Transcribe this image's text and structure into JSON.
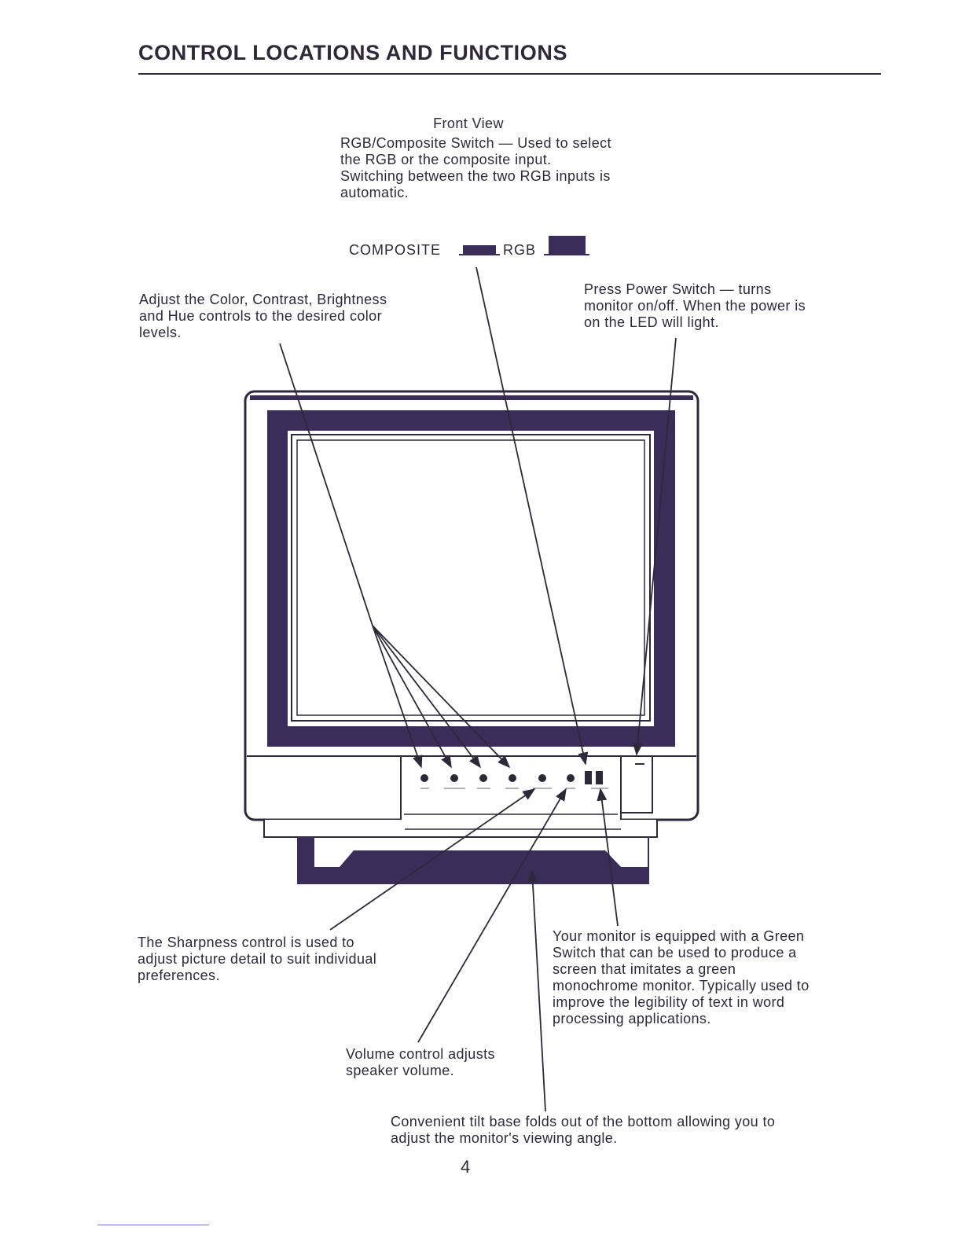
{
  "page": {
    "title": "CONTROL LOCATIONS AND FUNCTIONS",
    "page_number": "4"
  },
  "colors": {
    "ink": "#2d2938",
    "purple": "#3b2d5a"
  },
  "front_view": {
    "heading": "Front View",
    "rgb_switch_text": "RGB/Composite Switch — Used to select the RGB or the composite input. Switching between the two RGB inputs is automatic.",
    "composite_label": "COMPOSITE",
    "rgb_label": "RGB"
  },
  "callouts": {
    "color_controls": "Adjust the Color, Contrast, Brightness and Hue controls to the desired color levels.",
    "power_switch": "Press Power Switch — turns monitor on/off. When the power is on the LED will light.",
    "sharpness": "The Sharpness control is used to adjust picture detail to suit individual preferences.",
    "green_switch": "Your monitor is equipped with a Green Switch that can be used to produce a screen that imitates a green monochrome monitor. Typically used to improve the legibility of text in word processing applications.",
    "volume": "Volume control adjusts speaker volume.",
    "tilt_base": "Convenient tilt base folds out of the bottom allowing you to adjust the monitor's viewing angle."
  }
}
